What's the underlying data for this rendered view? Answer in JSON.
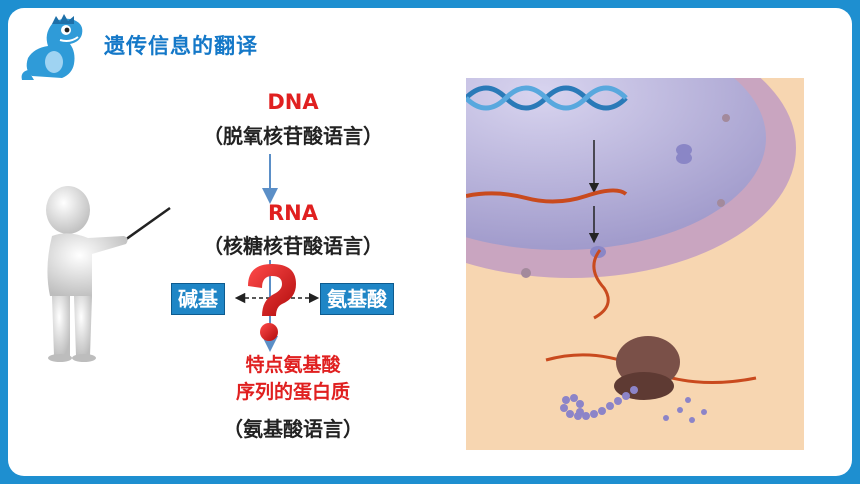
{
  "slide": {
    "title": "遗传信息的翻译"
  },
  "flow": {
    "dna_label": "DNA",
    "dna_sub": "（脱氧核苷酸语言）",
    "rna_label": "RNA",
    "rna_sub": "（核糖核苷酸语言）",
    "left_tag": "碱基",
    "right_tag": "氨基酸",
    "output_line1": "特点氨基酸",
    "output_line2": "序列的蛋白质",
    "output_line3": "（氨基酸语言）"
  },
  "colors": {
    "frame_blue": "#1e8fd0",
    "title_blue": "#1478c8",
    "emphasis_red": "#e02020",
    "tag_blue": "#1f86c6",
    "arrow_blue": "#5b8fc7"
  },
  "icons": {
    "mascot": "dinosaur-mascot-icon",
    "question": "question-mark-icon",
    "presenter": "presenter-figure-icon"
  }
}
